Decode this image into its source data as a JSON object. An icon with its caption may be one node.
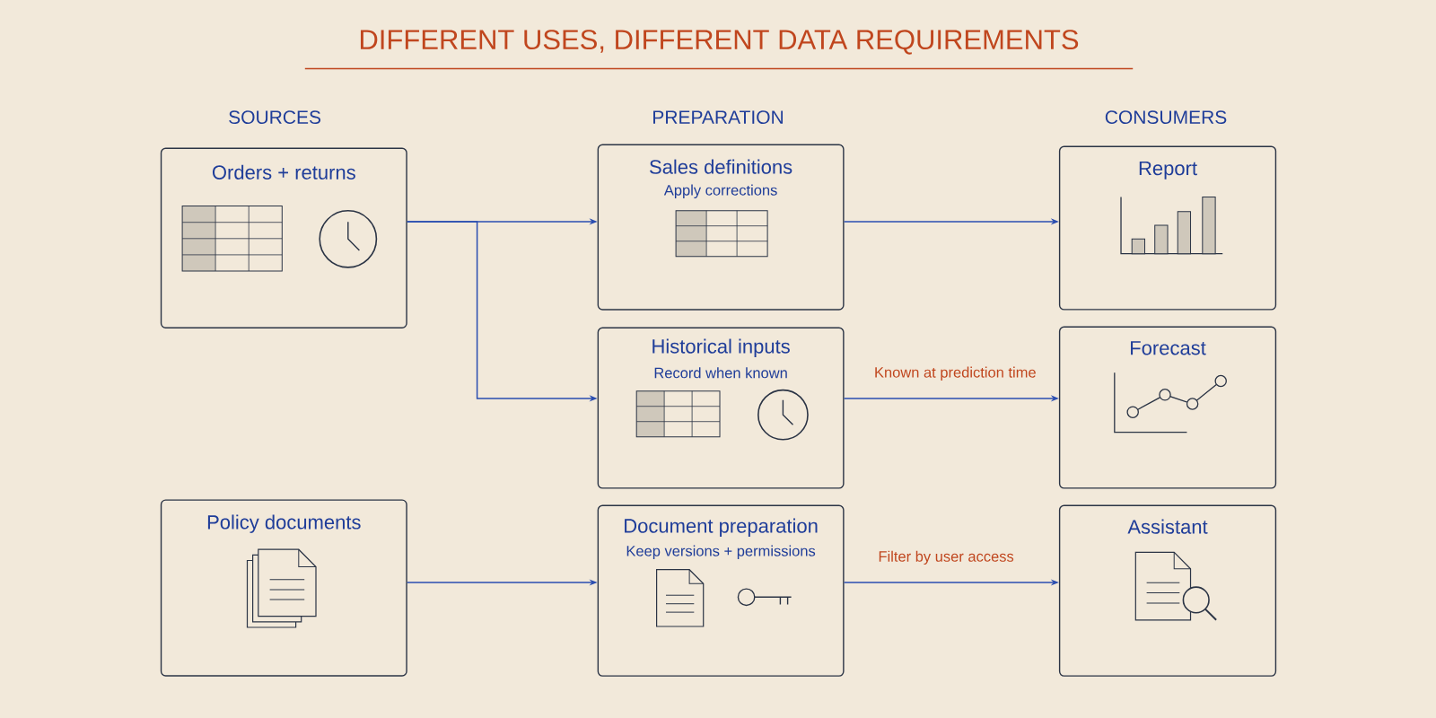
{
  "diagram": {
    "title": "DIFFERENT USES, DIFFERENT DATA REQUIREMENTS",
    "nodes": [
      {
        "text": [
          "Orders + returns"
        ]
      },
      {
        "text": [
          "Policy documents"
        ]
      },
      {
        "text": [
          "Sales definitions",
          "Apply corrections"
        ]
      },
      {
        "text": [
          "Historical inputs",
          "Record when known"
        ]
      },
      {
        "text": [
          "Document preparation",
          "Keep versions + permissions"
        ]
      },
      {
        "text": [
          "Report"
        ]
      },
      {
        "text": [
          "Forecast"
        ]
      },
      {
        "text": [
          "Assistant"
        ]
      }
    ],
    "edges": [
      {
        "from": 0,
        "to": 2,
        "arrow": "to"
      },
      {
        "from": 0,
        "to": 3,
        "arrow": "to"
      },
      {
        "from": 2,
        "to": 5,
        "arrow": "to"
      },
      {
        "from": 3,
        "to": 6,
        "arrow": "to",
        "label": "Known at prediction time"
      },
      {
        "from": 1,
        "to": 4,
        "arrow": "to"
      },
      {
        "from": 4,
        "to": 7,
        "arrow": "to",
        "label": "Filter by user access"
      }
    ],
    "labels": [
      "SOURCES",
      "PREPARATION",
      "CONSUMERS"
    ]
  }
}
